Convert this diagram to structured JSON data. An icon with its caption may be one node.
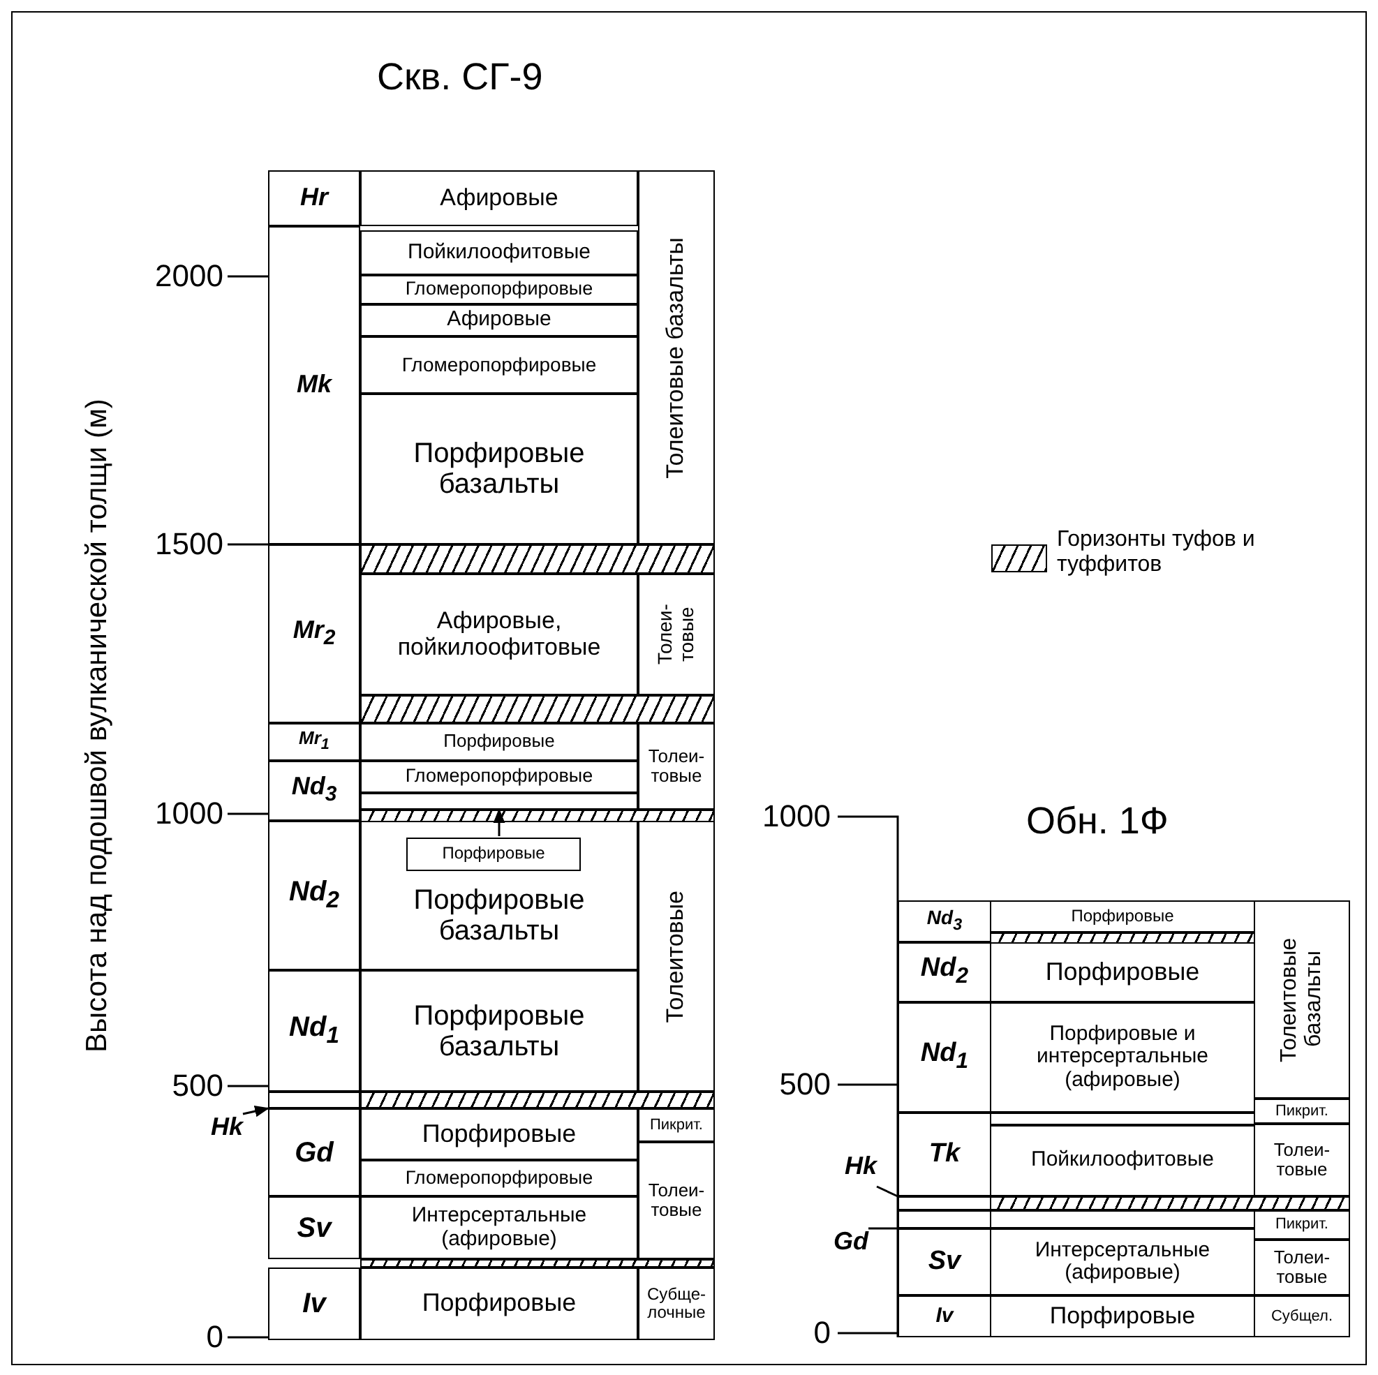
{
  "diagram": {
    "nodes": [
      {
        "text": [
          "Скв. СГ-9"
        ]
      },
      {
        "text": [
          "Hr"
        ],
        "in": 0
      },
      {
        "text": [
          "Афировые"
        ],
        "in": 0
      },
      {
        "text": [
          "Mk"
        ],
        "in": 0
      },
      {
        "text": [
          "Пойкилоофитовые"
        ],
        "in": 0
      },
      {
        "text": [
          "Гломеропорфировые"
        ],
        "in": 0
      },
      {
        "text": [
          "Афировые"
        ],
        "in": 0
      },
      {
        "text": [
          "Гломеропорфировые"
        ],
        "in": 0
      },
      {
        "text": [
          "Порфировые базальты"
        ],
        "in": 0
      },
      {
        "text": [
          "Толеитовые базальты"
        ],
        "in": 0
      },
      {
        "text": [
          "Mr$_{2}$"
        ],
        "in": 0
      },
      {
        "text": [
          "Афировые, пойкилоофитовые"
        ],
        "in": 0
      },
      {
        "text": [
          "Толеи- товые"
        ],
        "in": 0
      },
      {
        "text": [
          "Mr$_{1}$"
        ],
        "in": 0
      },
      {
        "text": [
          "Порфировые"
        ],
        "in": 0
      },
      {
        "text": [
          "Nd$_{3}$"
        ],
        "in": 0
      },
      {
        "text": [
          "Гломеропорфировые"
        ],
        "in": 0
      },
      {
        "text": [],
        "shape": "box",
        "in": 0
      },
      {
        "text": [
          "Толеи- товые"
        ],
        "in": 0
      },
      {
        "text": [
          "Nd$_{2}$"
        ],
        "in": 0
      },
      {
        "text": [
          "Порфировые базальты"
        ],
        "in": 0
      },
      {
        "text": [
          "Порфировые"
        ],
        "in": 20
      },
      {
        "text": [
          "Nd$_{1}$"
        ],
        "in": 0
      },
      {
        "text": [
          "Порфировые базальты"
        ],
        "in": 0
      },
      {
        "text": [
          "Толеитовые"
        ],
        "in": 0
      },
      {
        "text": [],
        "shape": "box",
        "in": 0
      },
      {
        "text": [
          "Hk"
        ]
      },
      {
        "text": [
          "Gd"
        ],
        "in": 0
      },
      {
        "text": [
          "Порфировые"
        ],
        "in": 0
      },
      {
        "text": [
          "Пикрит."
        ],
        "in": 0
      },
      {
        "text": [
          "Гломеропорфировые"
        ],
        "in": 0
      },
      {
        "text": [
          "Толеи- товые"
        ],
        "in": 0
      },
      {
        "text": [
          "Sv"
        ],
        "in": 0
      },
      {
        "text": [
          "Интерсертальные (афировые)"
        ],
        "in": 0
      },
      {
        "text": [
          "Iv"
        ],
        "in": 0
      },
      {
        "text": [
          "Порфировые"
        ],
        "in": 0
      },
      {
        "text": [
          "Субще- лочные"
        ],
        "in": 0
      },
      {
        "text": [
          "Обн. 1Ф"
        ]
      },
      {
        "text": [
          "Nd$_{3}$"
        ],
        "in": 37
      },
      {
        "text": [
          "Порфировые"
        ],
        "in": 37
      },
      {
        "text": [
          "Nd$_{2}$"
        ],
        "in": 37
      },
      {
        "text": [
          "Порфировые"
        ],
        "in": 37
      },
      {
        "text": [
          "Толеитовые базальты"
        ],
        "in": 37
      },
      {
        "text": [
          "Nd$_{1}$"
        ],
        "in": 37
      },
      {
        "text": [
          "Порфировые и интерсертальные (афировые)"
        ],
        "in": 37
      },
      {
        "text": [],
        "shape": "box",
        "in": 37
      },
      {
        "text": [
          "Пикрит."
        ],
        "in": 37
      },
      {
        "text": [
          "Hk"
        ]
      },
      {
        "text": [
          "Tk"
        ],
        "in": 37
      },
      {
        "text": [
          "Пойкилоофитовые"
        ],
        "in": 37
      },
      {
        "text": [
          "Толеи- товые"
        ],
        "in": 37
      },
      {
        "text": [],
        "shape": "box",
        "in": 37
      },
      {
        "text": [
          "Gd"
        ]
      },
      {
        "text": [],
        "shape": "box",
        "in": 37
      },
      {
        "text": [],
        "shape": "box",
        "in": 37
      },
      {
        "text": [
          "Пикрит."
        ],
        "in": 37
      },
      {
        "text": [
          "Sv"
        ],
        "in": 37
      },
      {
        "text": [
          "Интерсертальные (афировые)"
        ],
        "in": 37
      },
      {
        "text": [
          "Толеи- товые"
        ],
        "in": 37
      },
      {
        "text": [
          "Iv"
        ],
        "in": 37
      },
      {
        "text": [
          "Порфировые"
        ],
        "in": 37
      },
      {
        "text": [
          "Субщел."
        ],
        "in": 37
      },
      {
        "text": [],
        "shape": "bar",
        "in": 0
      },
      {
        "text": [],
        "shape": "bar",
        "in": 0
      },
      {
        "text": [],
        "shape": "bar",
        "in": 0
      },
      {
        "text": [],
        "shape": "bar",
        "in": 0
      },
      {
        "text": [],
        "shape": "bar",
        "in": 0
      },
      {
        "text": [],
        "shape": "bar",
        "in": 37
      },
      {
        "text": [],
        "shape": "bar",
        "in": 37
      }
    ],
    "edges": [
      {
        "from": 21,
        "to": 17,
        "arrow": "to"
      },
      {
        "from": 26,
        "to": 25,
        "arrow": "to"
      },
      {
        "from": 47,
        "to": 51,
        "arrow": "none"
      },
      {
        "from": 52,
        "to": 53,
        "arrow": "none"
      }
    ],
    "labels": [
      "2000",
      "1500",
      "1000",
      "500",
      "0",
      "Высота над подошвой вулканической толщи (м)",
      "1000",
      "500",
      "0"
    ],
    "legend": [
      {
        "text": "Горизонты туфов и туффитов"
      }
    ]
  }
}
